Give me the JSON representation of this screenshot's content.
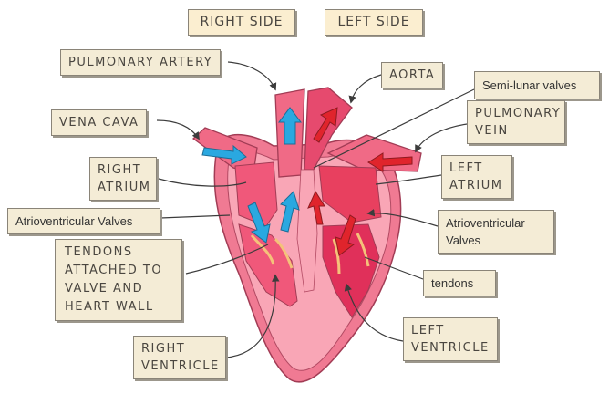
{
  "headers": {
    "right_side": "RIGHT SIDE",
    "left_side": "LEFT SIDE"
  },
  "labels": {
    "pulmonary_artery": "PULMONARY ARTERY",
    "aorta": "AORTA",
    "semi_lunar_valves": "Semi-lunar valves",
    "vena_cava": "VENA CAVA",
    "pulmonary_vein": [
      "PULMONARY",
      "VEIN"
    ],
    "right_atrium": [
      "RIGHT",
      "ATRIUM"
    ],
    "left_atrium": [
      "LEFT",
      "ATRIUM"
    ],
    "av_valves_left": "Atrioventricular Valves",
    "av_valves_right": [
      "Atrioventricular",
      "Valves"
    ],
    "tendons_attached": [
      "TENDONS",
      "ATTACHED TO",
      "VALVE AND",
      "HEART WALL"
    ],
    "tendons": "tendons",
    "right_ventricle": [
      "RIGHT",
      "VENTRICLE"
    ],
    "left_ventricle": [
      "LEFT",
      "VENTRICLE"
    ]
  },
  "colors": {
    "heart_outer": "#f07a93",
    "heart_inner": "#f9a6b6",
    "chamber": "#f0587a",
    "deep": "#e0305a",
    "deoxygenated_arrow": "#2aa8e0",
    "oxygenated_arrow": "#e0242c",
    "tendon": "#f5c27a",
    "label_fill": "#f4ecd6"
  }
}
